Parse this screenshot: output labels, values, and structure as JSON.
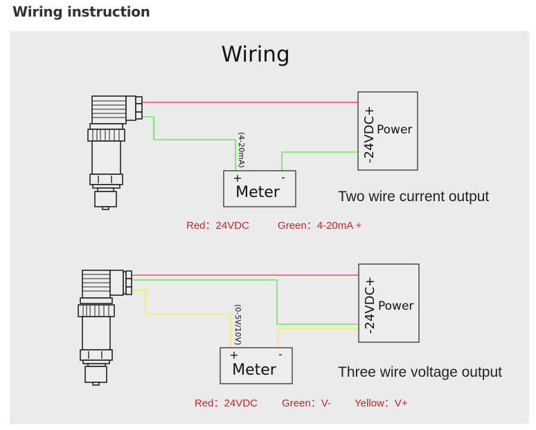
{
  "section_title": "Wiring instruction",
  "diagram": {
    "title": "Wiring",
    "colors": {
      "red": "#e0585a",
      "green": "#6ee45a",
      "yellow": "#f2ee6a",
      "note": "#c0272d"
    },
    "two_wire": {
      "meter_label": "Meter",
      "meter_plus": "+",
      "meter_minus": "-",
      "signal_label": "(4-20mA)",
      "power_label": "Power",
      "power_voltage": "-24VDC+",
      "caption": "Two wire current output",
      "legend": [
        {
          "label": "Red：24VDC"
        },
        {
          "label": "Green：4-20mA +"
        }
      ]
    },
    "three_wire": {
      "meter_label": "Meter",
      "meter_plus": "+",
      "meter_minus": "-",
      "signal_label": "(0-5V/10V)",
      "power_label": "Power",
      "power_voltage": "-24VDC+",
      "caption": "Three wire voltage output",
      "legend": [
        {
          "label": "Red：24VDC"
        },
        {
          "label": "Green：V-"
        },
        {
          "label": "Yellow：V+"
        }
      ]
    }
  }
}
